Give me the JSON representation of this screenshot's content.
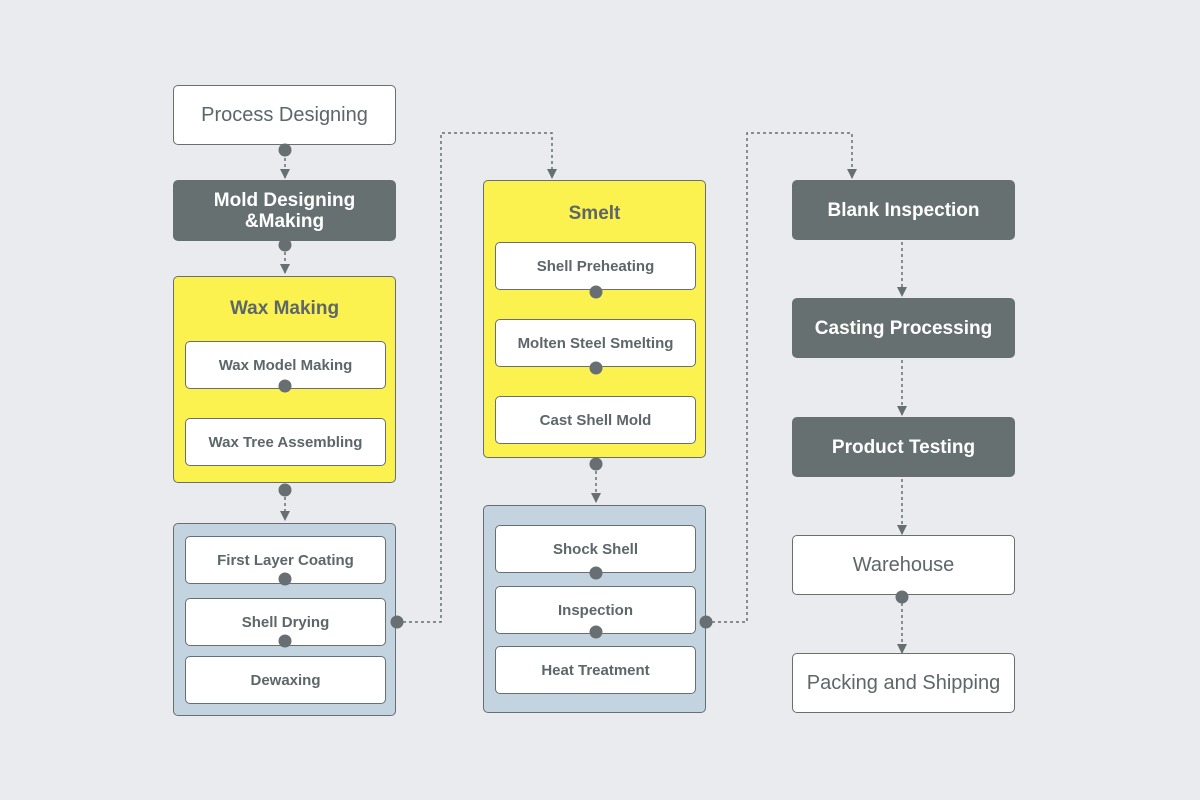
{
  "column1": {
    "process_designing": "Process Designing",
    "mold_designing": "Mold Designing &Making",
    "wax_making": {
      "title": "Wax Making",
      "steps": [
        "Wax Model Making",
        "Wax Tree Assembling"
      ]
    },
    "shell_making": {
      "steps": [
        "First Layer Coating",
        "Shell Drying",
        "Dewaxing"
      ]
    }
  },
  "column2": {
    "smelt": {
      "title": "Smelt",
      "steps": [
        "Shell Preheating",
        "Molten Steel Smelting",
        "Cast Shell Mold"
      ]
    },
    "post_casting": {
      "steps": [
        "Shock Shell",
        "Inspection",
        "Heat Treatment"
      ]
    }
  },
  "column3": {
    "blank_inspection": "Blank Inspection",
    "casting_processing": "Casting Processing",
    "product_testing": "Product Testing",
    "warehouse": "Warehouse",
    "packing_shipping": "Packing and Shipping"
  },
  "colors": {
    "background": "#e9ebef",
    "dark_box": "#667071",
    "yellow_group": "#fbf250",
    "blue_group": "#c3d4e0",
    "connector": "#676f72"
  }
}
